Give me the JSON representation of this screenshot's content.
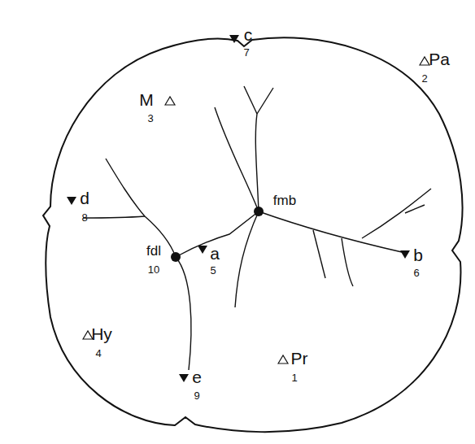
{
  "diagram": {
    "labels": [
      "c",
      "7",
      "Pa",
      "2",
      "M",
      "3",
      "fmb",
      "d",
      "8",
      "fdl",
      "10",
      "a",
      "5",
      "b",
      "6",
      "Hy",
      "4",
      "Pr",
      "1",
      "e",
      "9"
    ]
  }
}
